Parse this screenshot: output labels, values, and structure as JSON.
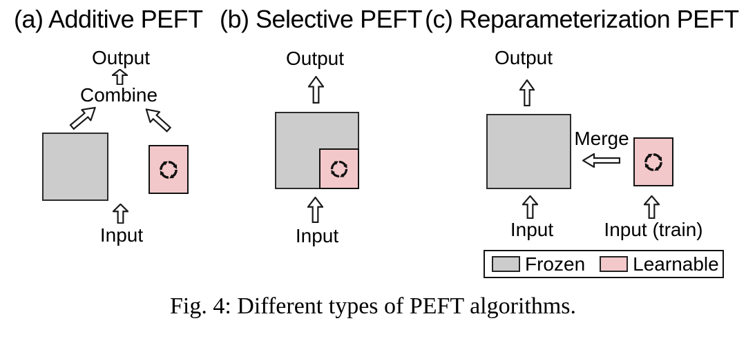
{
  "figure": {
    "caption": "Fig. 4: Different types of PEFT algorithms."
  },
  "panels": [
    {
      "title": "(a) Additive PEFT",
      "output_label": "Output",
      "combine_label": "Combine",
      "input_label": "Input"
    },
    {
      "title": "(b) Selective PEFT",
      "output_label": "Output",
      "input_label": "Input"
    },
    {
      "title": "(c) Reparameterization PEFT",
      "output_label": "Output",
      "merge_label": "Merge",
      "input_label": "Input",
      "input_train_label": "Input (train)"
    }
  ],
  "legend": {
    "items": [
      {
        "label": "Frozen",
        "color": "#cccccc"
      },
      {
        "label": "Learnable",
        "color": "#f3c8ca"
      }
    ]
  },
  "colors": {
    "frozen_fill": "#cccccc",
    "learnable_fill": "#f3c8ca",
    "box_border": "#2b2b2b",
    "text": "#000000",
    "background": "#ffffff"
  }
}
